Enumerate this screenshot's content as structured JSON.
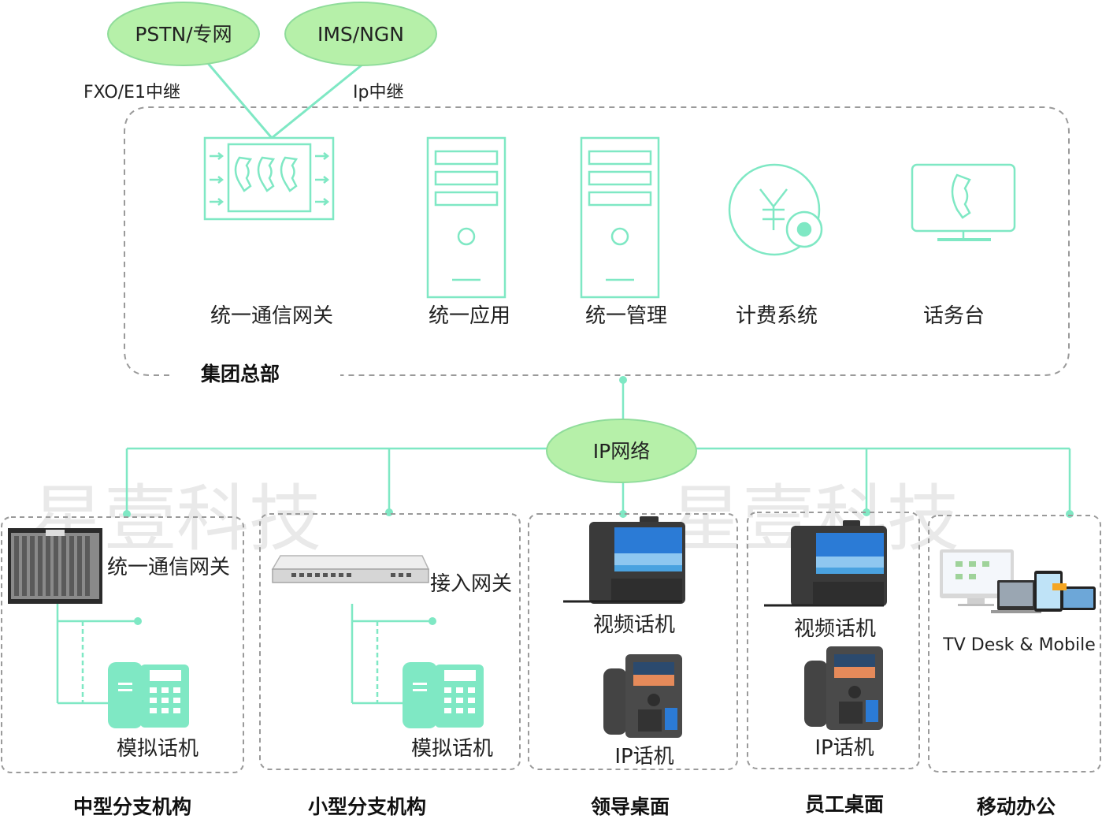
{
  "colors": {
    "accent": "#7fe8c4",
    "cloud_fill": "#b6f0a9",
    "frame": "#9a9a9a",
    "device_dark": "#3a3a3a",
    "screen_blue": "#2b7bd6"
  },
  "clouds": {
    "pstn": "PSTN/专网",
    "ims": "IMS/NGN",
    "ip_network": "IP网络"
  },
  "trunks": {
    "fxo": "FXO/E1中继",
    "ip": "Ip中继"
  },
  "hq": {
    "title": "集团总部",
    "gateway": "统一通信网关",
    "app": "统一应用",
    "mgmt": "统一管理",
    "billing": "计费系统",
    "console": "话务台"
  },
  "branches": {
    "medium": {
      "title": "中型分支机构",
      "device": "统一通信网关",
      "phone": "模拟话机"
    },
    "small": {
      "title": "小型分支机构",
      "device": "接入网关",
      "phone": "模拟话机"
    },
    "leader": {
      "title": "领导桌面",
      "video_phone": "视频话机",
      "ip_phone": "IP话机"
    },
    "staff": {
      "title": "员工桌面",
      "video_phone": "视频话机",
      "ip_phone": "IP话机"
    },
    "mobile": {
      "title": "移动办公",
      "device": "TV Desk & Mobile"
    }
  },
  "watermark": {
    "text": "星壹科技"
  },
  "icons": [
    "phone-icon",
    "server-icon",
    "yen-icon",
    "monitor-phone-icon",
    "analog-phone-icon",
    "gateway-chassis-icon",
    "access-gateway-icon",
    "video-phone-icon",
    "ip-phone-icon",
    "devices-icon"
  ]
}
